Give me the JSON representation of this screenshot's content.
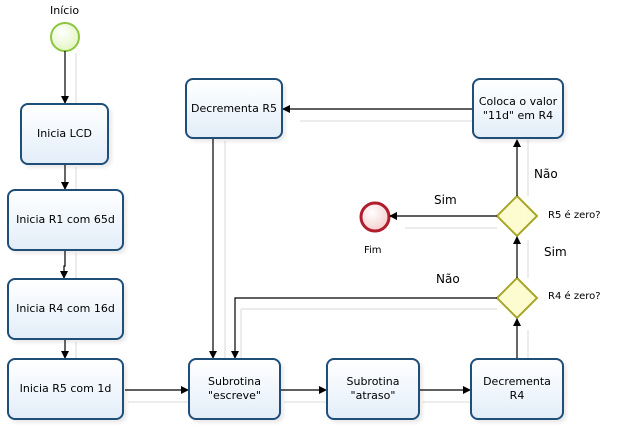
{
  "nodes": {
    "start": "Início",
    "end": "Fim",
    "inicia_lcd": "Inicia LCD",
    "inicia_r1": "Inicia R1 com 65d",
    "inicia_r4": "Inicia R4 com 16d",
    "inicia_r5": "Inicia R5 com 1d",
    "sub_escreve": "Subrotina\n\"escreve\"",
    "sub_atraso": "Subrotina\n\"atraso\"",
    "decrementa_r4": "Decrementa\nR4",
    "decrementa_r5": "Decrementa R5",
    "coloca_valor": "Coloca o valor\n\"11d\" em R4",
    "r4_zero": "R4 é zero?",
    "r5_zero": "R5 é zero?"
  },
  "edges": {
    "r4_nao": "Não",
    "r4_sim": "Sim",
    "r5_sim": "Sim",
    "r5_nao": "Não"
  },
  "colors": {
    "box_border": "#1f4e79",
    "start_fill": "#e9f7c9",
    "start_border": "#8cc63f",
    "end_fill": "#f7d6d6",
    "end_border": "#b01e2e",
    "gateway_fill": "#fdfbd0",
    "gateway_border": "#a8a62a",
    "arrow": "#000000"
  }
}
